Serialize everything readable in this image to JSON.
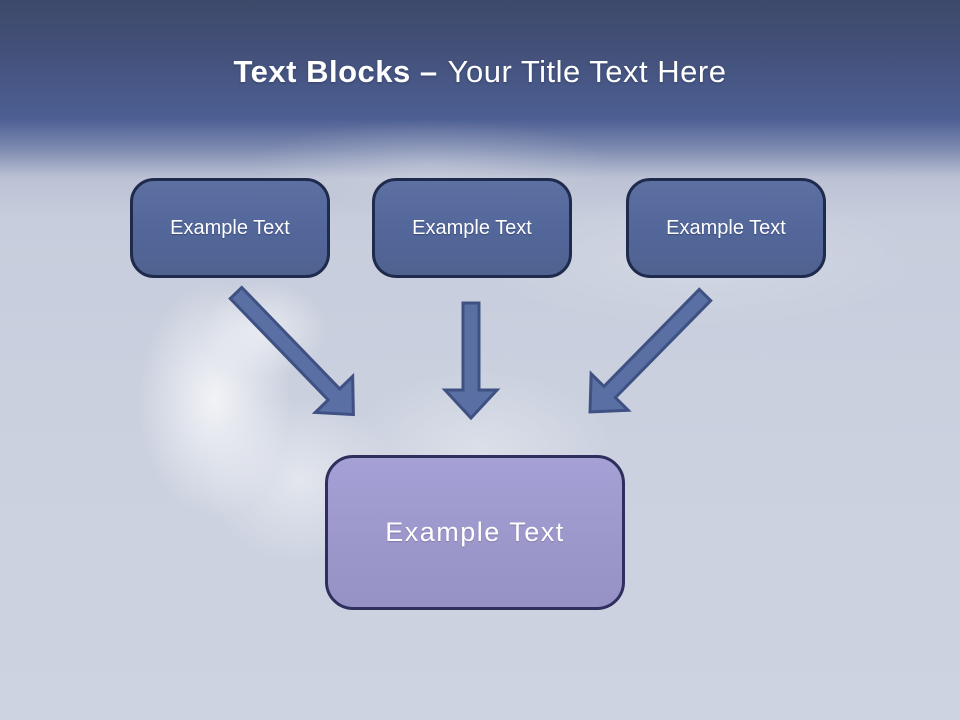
{
  "slide": {
    "title": {
      "bold": "Text Blocks –",
      "regular": "Your Title Text Here"
    }
  },
  "blocks": {
    "top": [
      {
        "label": "Example Text"
      },
      {
        "label": "Example Text"
      },
      {
        "label": "Example Text"
      }
    ],
    "bottom": {
      "label": "Example Text"
    }
  },
  "icons": [
    {
      "name": "arrow-down-right-icon"
    },
    {
      "name": "arrow-down-icon"
    },
    {
      "name": "arrow-down-left-icon"
    }
  ],
  "colors": {
    "header_top": "#3d4969",
    "header_bottom": "#4c5f93",
    "sky": "#cbd1df",
    "top_block_fill": "#53669a",
    "top_block_border": "#1f2b4d",
    "bottom_block_fill": "#9b97ca",
    "bottom_block_border": "#2e2f5c",
    "arrow_fill": "#5a6fa3",
    "arrow_stroke": "#3f5183",
    "title_text": "#ffffff"
  }
}
